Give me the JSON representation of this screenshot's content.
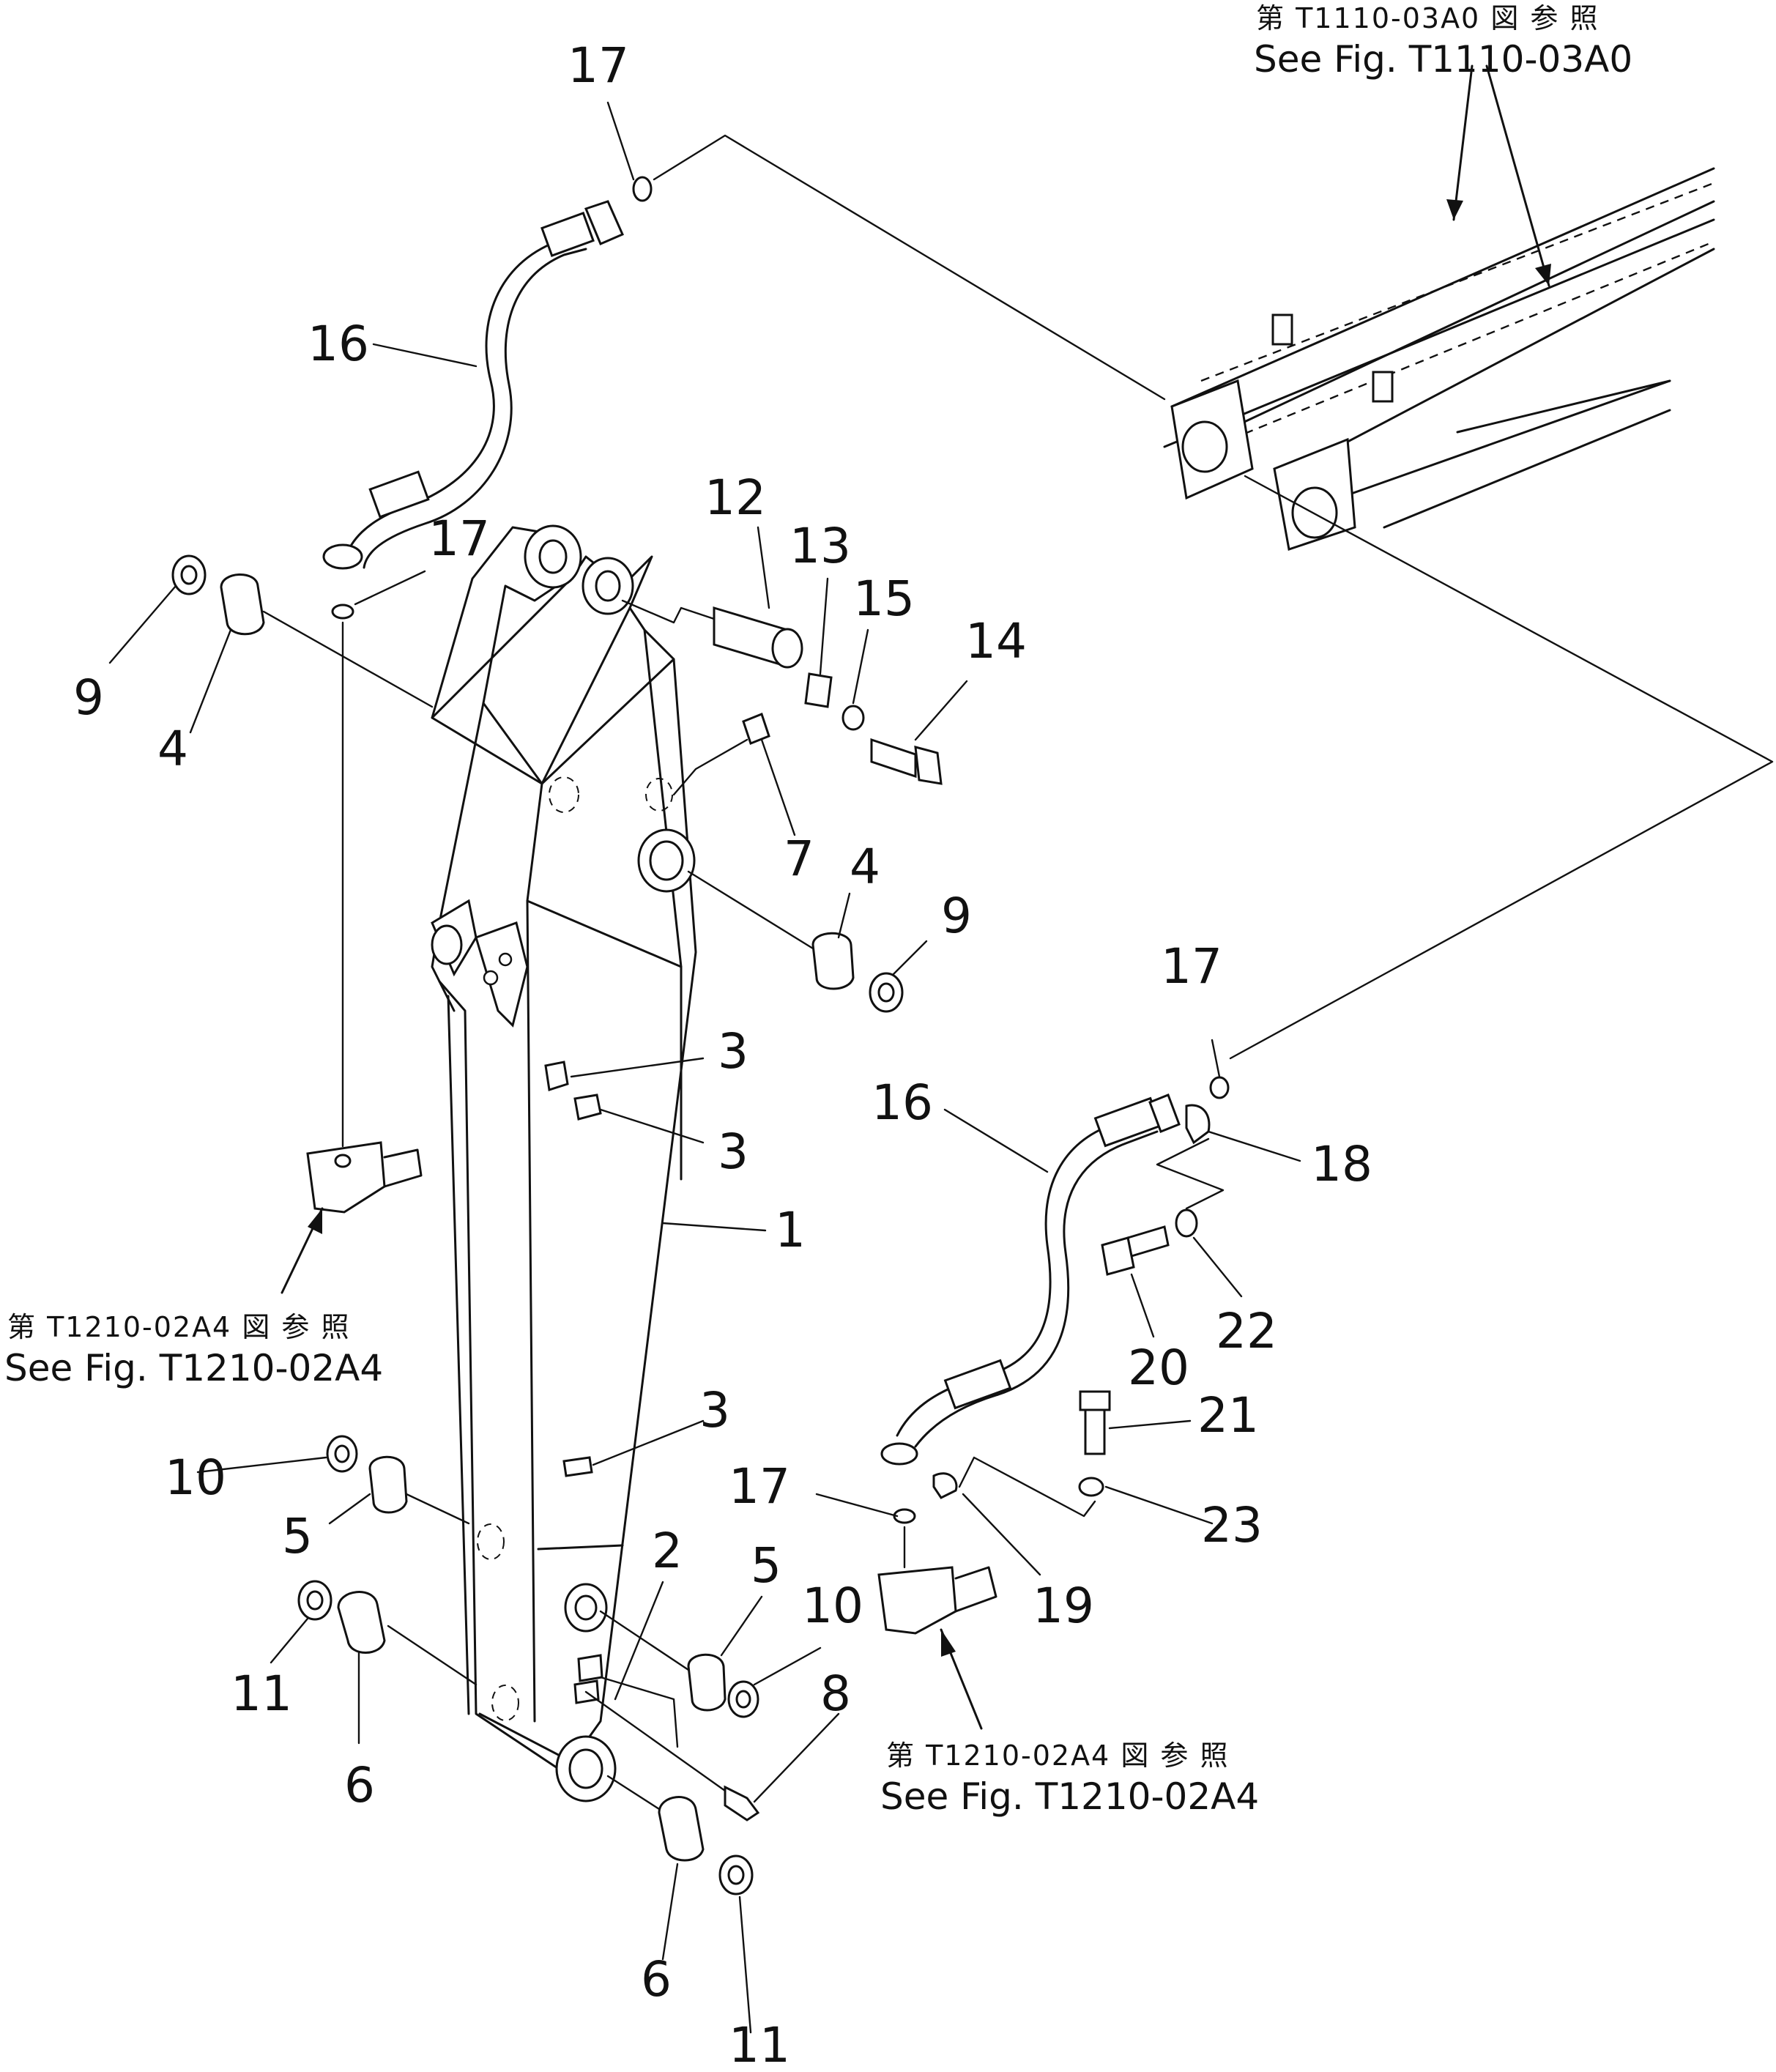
{
  "references": [
    {
      "jp": "第 T1110-03A0 図 参 照",
      "en": "See Fig. T1110-03A0"
    },
    {
      "jp": "第 T1210-02A4 図 参 照",
      "en": "See Fig. T1210-02A4"
    },
    {
      "jp": "第 T1210-02A4 図 参 照",
      "en": "See Fig. T1210-02A4"
    }
  ],
  "callouts": [
    {
      "id": "c17a",
      "text": "17"
    },
    {
      "id": "c16a",
      "text": "16"
    },
    {
      "id": "c17b",
      "text": "17"
    },
    {
      "id": "c9a",
      "text": "9"
    },
    {
      "id": "c4a",
      "text": "4"
    },
    {
      "id": "c12",
      "text": "12"
    },
    {
      "id": "c13",
      "text": "13"
    },
    {
      "id": "c15",
      "text": "15"
    },
    {
      "id": "c14",
      "text": "14"
    },
    {
      "id": "c7",
      "text": "7"
    },
    {
      "id": "c4b",
      "text": "4"
    },
    {
      "id": "c9b",
      "text": "9"
    },
    {
      "id": "c3a",
      "text": "3"
    },
    {
      "id": "c3b",
      "text": "3"
    },
    {
      "id": "c1",
      "text": "1"
    },
    {
      "id": "c17c",
      "text": "17"
    },
    {
      "id": "c16b",
      "text": "16"
    },
    {
      "id": "c18",
      "text": "18"
    },
    {
      "id": "c22",
      "text": "22"
    },
    {
      "id": "c20",
      "text": "20"
    },
    {
      "id": "c21",
      "text": "21"
    },
    {
      "id": "c3c",
      "text": "3"
    },
    {
      "id": "c10a",
      "text": "10"
    },
    {
      "id": "c5a",
      "text": "5"
    },
    {
      "id": "c17d",
      "text": "17"
    },
    {
      "id": "c23",
      "text": "23"
    },
    {
      "id": "c2",
      "text": "2"
    },
    {
      "id": "c5b",
      "text": "5"
    },
    {
      "id": "c10b",
      "text": "10"
    },
    {
      "id": "c19",
      "text": "19"
    },
    {
      "id": "c11a",
      "text": "11"
    },
    {
      "id": "c6a",
      "text": "6"
    },
    {
      "id": "c8",
      "text": "8"
    },
    {
      "id": "c6b",
      "text": "6"
    },
    {
      "id": "c11b",
      "text": "11"
    }
  ]
}
